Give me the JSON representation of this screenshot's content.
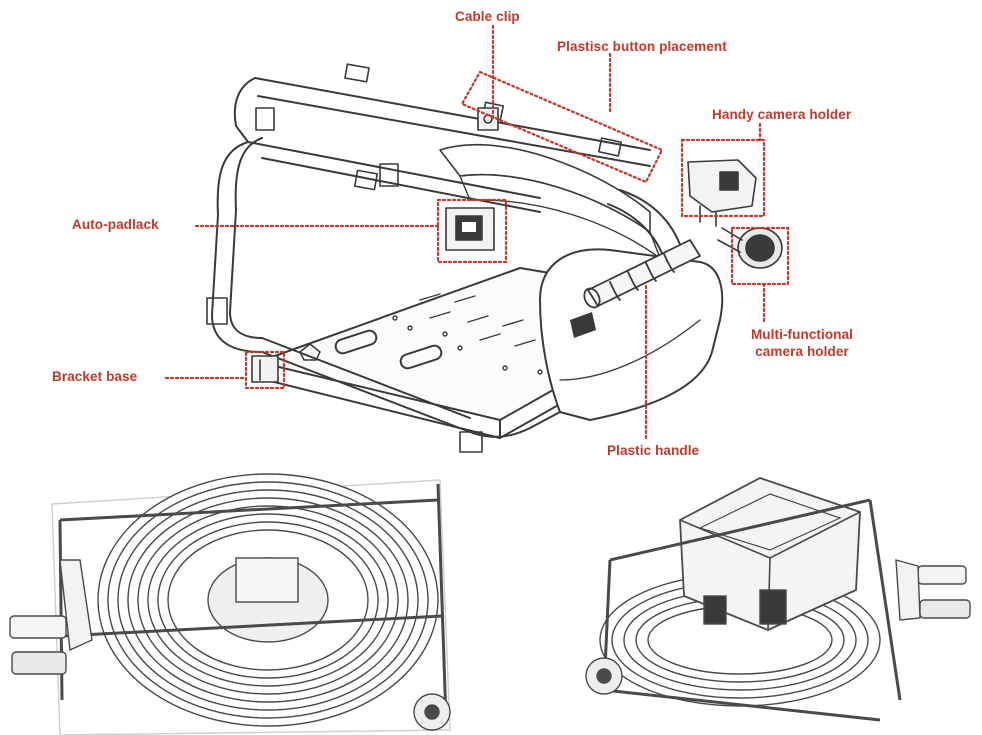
{
  "callouts": {
    "cable_clip": "Cable clip",
    "button_placement": "Plastisc button placement",
    "handy_camera_holder": "Handy camera holder",
    "auto_padlock": "Auto-padlack",
    "multi_camera_holder_line1": "Multi-functional",
    "multi_camera_holder_line2": "camera holder",
    "bracket_base": "Bracket base",
    "plastic_handle": "Plastic handle"
  },
  "colors": {
    "callout": "#c0392b",
    "linework": "#3a3a3a",
    "background": "#ffffff"
  }
}
